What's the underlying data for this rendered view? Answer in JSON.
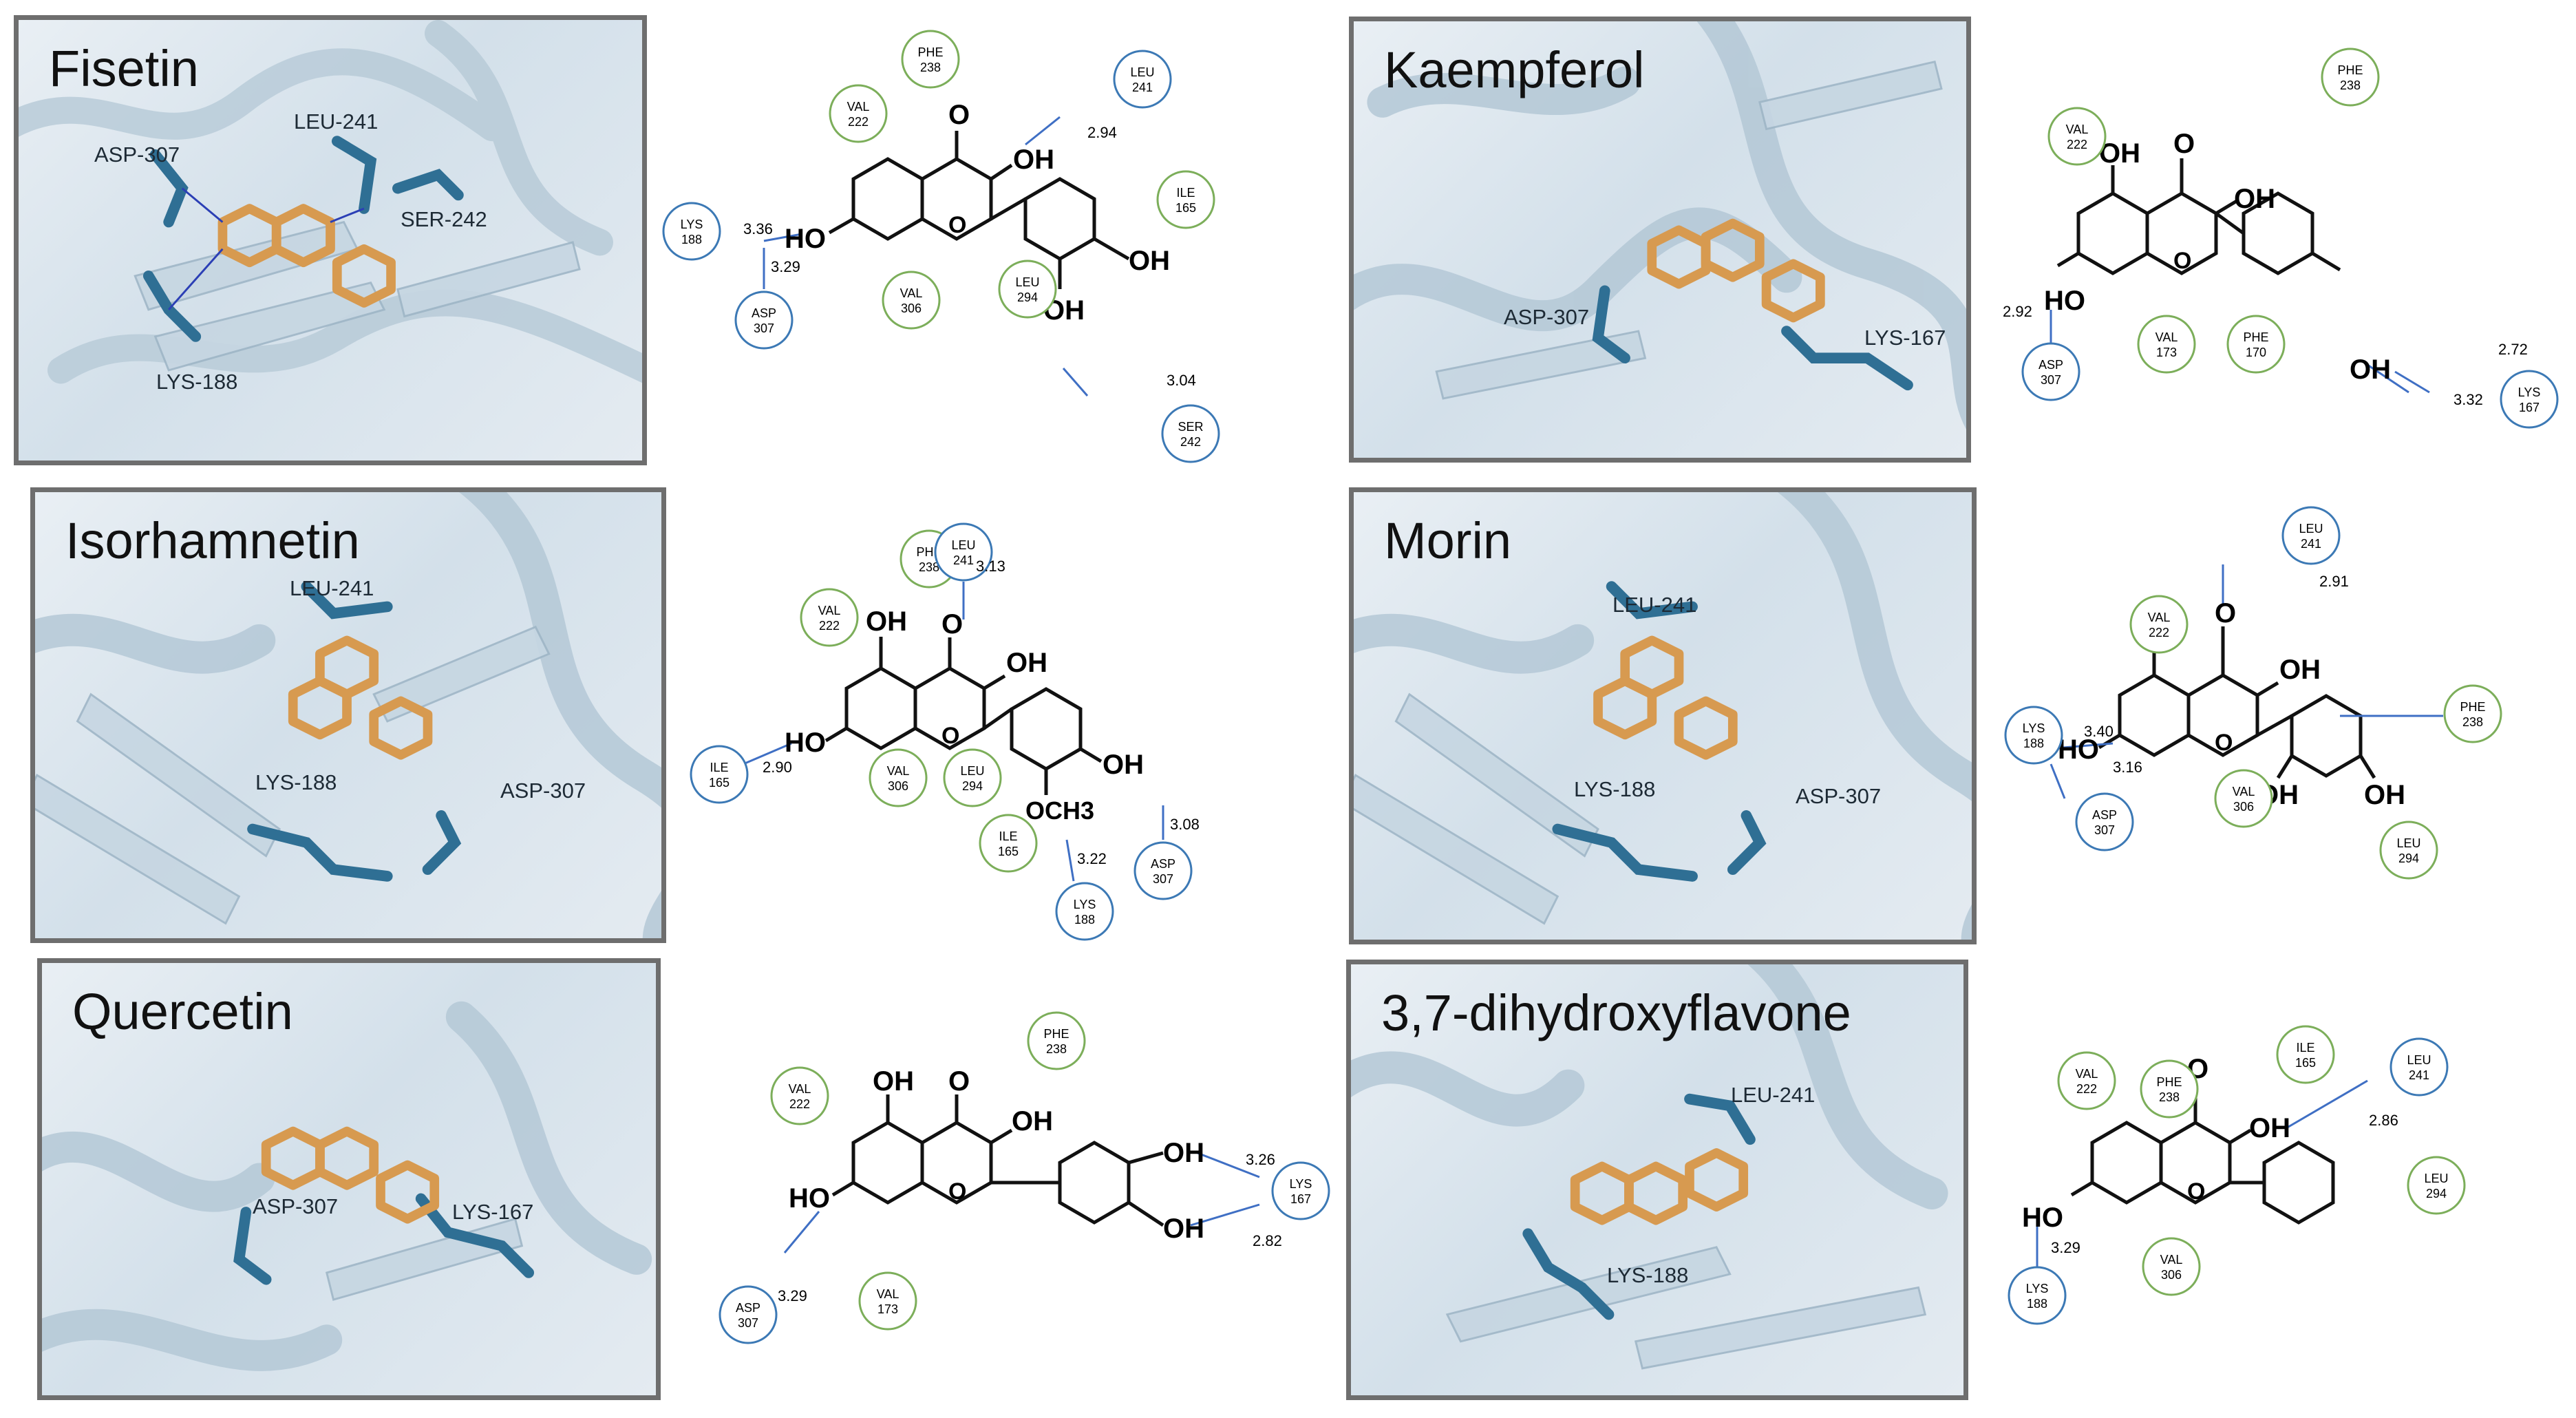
{
  "panels": [
    {
      "title": "Fisetin",
      "residues": [
        "ASP-307",
        "LEU-241",
        "SER-242",
        "LYS-188"
      ]
    },
    {
      "title": "Kaempferol",
      "residues": [
        "ASP-307",
        "LYS-167"
      ]
    },
    {
      "title": "Isorhamnetin",
      "residues": [
        "LEU-241",
        "LYS-188",
        "ASP-307"
      ]
    },
    {
      "title": "Morin",
      "residues": [
        "LEU-241",
        "LYS-188",
        "ASP-307"
      ]
    },
    {
      "title": "Quercetin",
      "residues": [
        "ASP-307",
        "LYS-167"
      ]
    },
    {
      "title": "3,7-dihydroxyflavone",
      "residues": [
        "LEU-241",
        "LYS-188"
      ]
    }
  ],
  "diagrams": [
    {
      "atoms": [
        "O",
        "OH",
        "HO",
        "OH",
        "OH",
        "O"
      ],
      "green": [
        [
          "PHE",
          "238"
        ],
        [
          "VAL",
          "222"
        ],
        [
          "ILE",
          "165"
        ],
        [
          "VAL",
          "306"
        ],
        [
          "LEU",
          "294"
        ]
      ],
      "blue": [
        [
          "LEU",
          "241"
        ],
        [
          "LYS",
          "188"
        ],
        [
          "ASP",
          "307"
        ],
        [
          "SER",
          "242"
        ]
      ],
      "dist": [
        "2.94",
        "3.36",
        "3.29",
        "3.04"
      ]
    },
    {
      "atoms": [
        "O",
        "OH",
        "OH",
        "HO",
        "OH",
        "O"
      ],
      "green": [
        [
          "PHE",
          "238"
        ],
        [
          "VAL",
          "222"
        ],
        [
          "VAL",
          "173"
        ],
        [
          "PHE",
          "170"
        ]
      ],
      "blue": [
        [
          "ASP",
          "307"
        ],
        [
          "LYS",
          "167"
        ]
      ],
      "dist": [
        "2.92",
        "2.72",
        "3.32"
      ]
    },
    {
      "atoms": [
        "O",
        "OH",
        "OH",
        "HO",
        "OH",
        "OCH3",
        "O"
      ],
      "green": [
        [
          "PHE",
          "238"
        ],
        [
          "VAL",
          "222"
        ],
        [
          "VAL",
          "306"
        ],
        [
          "LEU",
          "294"
        ],
        [
          "ILE",
          "165"
        ]
      ],
      "blue": [
        [
          "LEU",
          "241"
        ],
        [
          "ILE",
          "165"
        ],
        [
          "LYS",
          "188"
        ],
        [
          "ASP",
          "307"
        ]
      ],
      "dist": [
        "3.13",
        "2.90",
        "3.22",
        "3.08"
      ]
    },
    {
      "atoms": [
        "O",
        "OH",
        "OH",
        "HO",
        "OH",
        "OH",
        "O"
      ],
      "green": [
        [
          "VAL",
          "222"
        ],
        [
          "VAL",
          "306"
        ],
        [
          "PHE",
          "238"
        ],
        [
          "LEU",
          "294"
        ]
      ],
      "blue": [
        [
          "LEU",
          "241"
        ],
        [
          "LYS",
          "188"
        ],
        [
          "ASP",
          "307"
        ]
      ],
      "dist": [
        "2.91",
        "3.40",
        "3.16"
      ]
    },
    {
      "atoms": [
        "O",
        "OH",
        "OH",
        "HO",
        "OH",
        "OH",
        "O"
      ],
      "green": [
        [
          "PHE",
          "238"
        ],
        [
          "VAL",
          "222"
        ],
        [
          "VAL",
          "173"
        ]
      ],
      "blue": [
        [
          "ASP",
          "307"
        ],
        [
          "LYS",
          "167"
        ]
      ],
      "dist": [
        "3.29",
        "3.26",
        "2.82"
      ]
    },
    {
      "atoms": [
        "O",
        "OH",
        "HO",
        "O"
      ],
      "green": [
        [
          "VAL",
          "222"
        ],
        [
          "PHE",
          "238"
        ],
        [
          "ILE",
          "165"
        ],
        [
          "LEU",
          "294"
        ],
        [
          "VAL",
          "306"
        ]
      ],
      "blue": [
        [
          "LEU",
          "241"
        ],
        [
          "LYS",
          "188"
        ]
      ],
      "dist": [
        "2.86",
        "3.29"
      ]
    }
  ],
  "colors": {
    "green_ring": "#7cae5a",
    "blue_ring": "#3c79b5",
    "hbond": "#3f6fc4",
    "ligand": "#d79a50",
    "residue": "#2f6f94"
  }
}
